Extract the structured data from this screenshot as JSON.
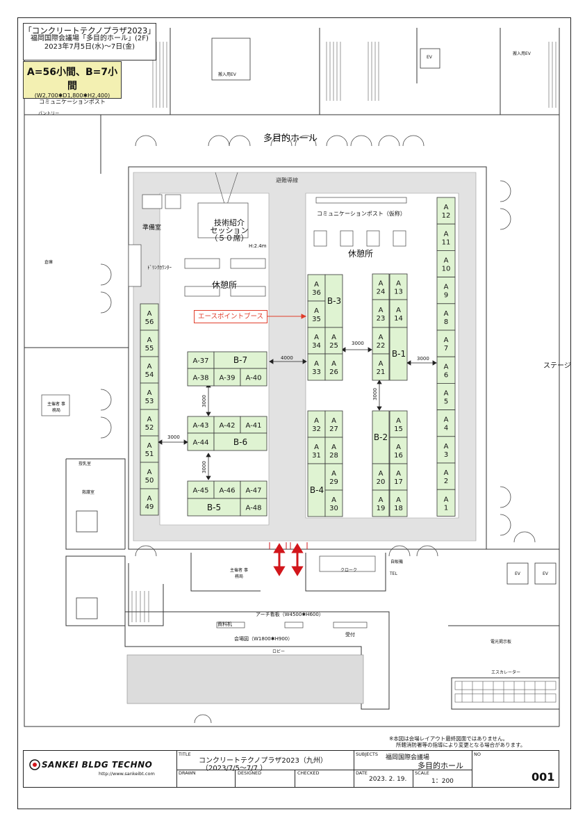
{
  "header": {
    "event_title": "「コンクリートテクノプラザ2023」",
    "venue_line": "福岡国際会議場「多目的ホール」(2F)",
    "date_line": "2023年7月5日(水)～7日(金)"
  },
  "legend": {
    "size_text": "A=56小間、B=7小間",
    "dims_text": "(W2,700✱D1,800✱H2,400)",
    "sub_text": "コミュニケーションポスト"
  },
  "labels": {
    "hall": "多目的ホール",
    "evacuation": "避難導線",
    "pantry": "パントリー",
    "storage": "倉庫",
    "prep_room": "準備室",
    "drink_counter": "ﾄﾞﾘﾝｸｶｳﾝﾀｰ",
    "session_line1": "技術紹介",
    "session_line2": "セッション",
    "session_line3": "（５０席）",
    "height": "H:2.4m",
    "rest_left": "休憩所",
    "rest_right": "休憩所",
    "comm_post": "コミュニケーションポスト（仮称）",
    "ace_booth": "エースポイントブース",
    "stage": "ステージ",
    "organizer_office": "主催者 事務局",
    "organizer_room": "主催者 事務局",
    "nursing": "授乳室",
    "infirmary": "救護室",
    "service_ev": "搬入用EV",
    "ev": "EV",
    "cloak": "クローク",
    "vending": "自販機",
    "tel": "TEL",
    "arch_sign": "アーチ看板（W4500✱H600）",
    "materials": "資料机",
    "venue_map": "会場図（W1800✱H900）",
    "reception": "受付",
    "lobby": "ロビー",
    "escalator": "エスカレーター",
    "e_sign": "電光掲示板"
  },
  "dimensions": {
    "d3000": "3000",
    "d4000": "4000"
  },
  "booths": {
    "right_col": [
      "12",
      "11",
      "10",
      "9",
      "8",
      "7",
      "6",
      "5",
      "4",
      "3",
      "2",
      "1"
    ],
    "left_col": [
      "56",
      "55",
      "54",
      "53",
      "52",
      "51",
      "50",
      "49"
    ],
    "prefix": "A",
    "b_labels": [
      "B-1",
      "B-2",
      "B-3",
      "B-4",
      "B-5",
      "B-6",
      "B-7"
    ],
    "a_block": {
      "a13": "A",
      "n13": "13",
      "a14": "A",
      "n14": "14",
      "a24": "A",
      "n24": "24",
      "a23": "A",
      "n23": "23",
      "a22": "A",
      "n22": "22",
      "a21": "A",
      "n21": "21",
      "a15": "A",
      "n15": "15",
      "a16": "A",
      "n16": "16",
      "a17": "A",
      "n17": "17",
      "a18": "A",
      "n18": "18",
      "a19": "A",
      "n19": "19",
      "a20": "A",
      "n20": "20",
      "a36": "A",
      "n36": "36",
      "a35": "A",
      "n35": "35",
      "a34": "A",
      "n34": "34",
      "a33": "A",
      "n33": "33",
      "a25": "A",
      "n25": "25",
      "a26": "A",
      "n26": "26",
      "a32": "A",
      "n32": "32",
      "a31": "A",
      "n31": "31",
      "a27": "A",
      "n27": "27",
      "a28": "A",
      "n28": "28",
      "a29": "A",
      "n29": "29",
      "a30": "A",
      "n30": "30"
    },
    "a_inline": [
      "A-37",
      "A-38",
      "A-39",
      "A-40",
      "A-43",
      "A-42",
      "A-41",
      "A-44",
      "A-45",
      "A-46",
      "A-47",
      "A-48"
    ]
  },
  "notes": {
    "line1": "※本図は会場レイアウト最終図面ではありません。",
    "line2": "所轄消防署等の指導により変更となる場合があります。"
  },
  "title_block": {
    "brand": "SANKEI BLDG TECHNO",
    "url": "http://www.sankeibt.com",
    "title_h": "TITLE",
    "title_v1": "コンクリートテクノプラザ2023（九州）",
    "title_v2": "（2023/7/5～7/7 ）",
    "subjects_h": "SUBJECTS",
    "subjects_v1": "福岡国際会議場",
    "subjects_v2": "多目的ホール",
    "no_h": "NO",
    "no_v": "001",
    "drawn_h": "DRAWN",
    "designed_h": "DESIGNED",
    "checked_h": "CHECKED",
    "date_h": "DATE",
    "date_v": "2023. 2. 19.",
    "scale_h": "SCALE",
    "scale_v": "1：200"
  },
  "colors": {
    "booth_fill": "#dff3d2",
    "corridor": "#e2e2e2",
    "legend_fill": "#f3f0b2",
    "ace_red": "#e03c2a",
    "arrow_red": "#d2161b",
    "lobby_gray": "#dcdcdc"
  }
}
